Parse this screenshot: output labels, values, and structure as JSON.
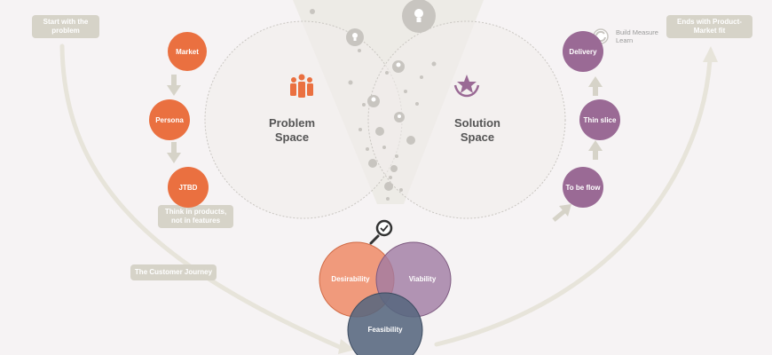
{
  "left_flow": {
    "start_label": "Start with the problem",
    "nodes": [
      {
        "label": "Market"
      },
      {
        "label": "Persona"
      },
      {
        "label": "JTBD"
      }
    ],
    "think_label": "Think in products, not in features",
    "journey_label": "The Customer Journey"
  },
  "right_flow": {
    "end_label": "Ends with Product-Market fit",
    "nodes": [
      {
        "label": "Delivery"
      },
      {
        "label": "Thin slice"
      },
      {
        "label": "To be flow"
      }
    ],
    "cycle_note": "Build Measure Learn"
  },
  "spaces": {
    "problem": "Problem Space",
    "solution": "Solution Space"
  },
  "venn": {
    "desirability": "Desirability",
    "viability": "Viability",
    "feasibility": "Feasibility"
  },
  "icons": {
    "people": "people-group-icon",
    "award": "award-star-icon",
    "magnifier": "magnifier-check-icon",
    "cycle": "cycle-arrows-icon",
    "idea": "lightbulb-icon"
  },
  "colors": {
    "background": "#f6f3f4",
    "orange": "#ea7040",
    "purple": "#9a6a95",
    "desirability": "#ee8a66",
    "viability": "#a07aa3",
    "feasibility": "#56677e",
    "pill": "#d6d3c8",
    "arrow": "#e7e4da"
  }
}
